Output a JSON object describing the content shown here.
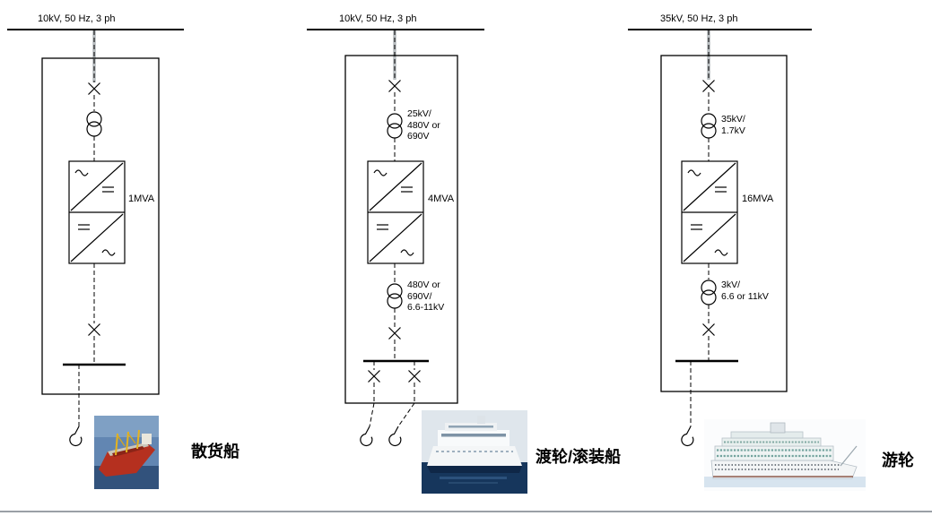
{
  "colors": {
    "diagram_line": "#000000",
    "footer_divider": "#9aa0a6"
  },
  "symbols": {
    "breaker_icon": "x-cross",
    "transformer_icon": "two-overlapping-circles",
    "converter_icon": "ac-dc-dc-ac-split-boxes",
    "cable_connector_icon": "hook-curl"
  },
  "columns": [
    {
      "supply_label": "10kV, 50 Hz, 3 ph",
      "converter_rating": "1MVA",
      "ship_label": "散货船",
      "ship_image": "bulk-carrier-photo"
    },
    {
      "supply_label": "10kV, 50 Hz, 3 ph",
      "transformer_top_label": "25kV/\n480V or\n690V",
      "converter_rating": "4MVA",
      "transformer_bottom_label": "480V or\n690V/\n6.6-11kV",
      "ship_label": "渡轮/滚装船",
      "ship_image": "ferry-roro-photo"
    },
    {
      "supply_label": "35kV, 50 Hz, 3 ph",
      "transformer_top_label": "35kV/\n1.7kV",
      "converter_rating": "16MVA",
      "transformer_bottom_label": "3kV/\n6.6 or 11kV",
      "ship_label": "游轮",
      "ship_image": "cruise-ship-photo"
    }
  ]
}
